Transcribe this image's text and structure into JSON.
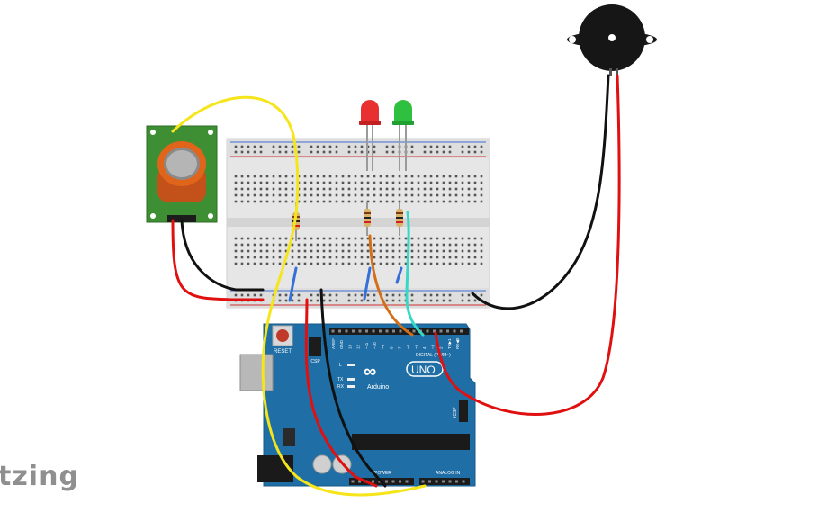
{
  "watermark": "tzing",
  "arduino": {
    "reset_label": "RESET",
    "icsp_label": "ICSP",
    "icsp2_label": "ICSP",
    "led_l": "L",
    "led_tx": "TX",
    "led_rx": "RX",
    "brand_symbol": "∞",
    "model_label": "UNO",
    "brand_label": "Arduino",
    "digital_label": "DIGITAL (PWM~)",
    "power_label": "POWER",
    "analog_label": "ANALOG IN",
    "aref_label": "AREF",
    "gnd_label": "GND",
    "pin_labels": [
      "13",
      "12",
      "~11",
      "~10",
      "~9",
      "8",
      "7",
      "~6",
      "~5",
      "4",
      "~3",
      "2",
      "TX▶1",
      "RX◀0"
    ]
  },
  "colors": {
    "board": "#1f6ea5",
    "breadboard": "#e9e9e9",
    "wire_yellow": "#f5e51a",
    "wire_red": "#e01010",
    "wire_black": "#111111",
    "wire_orange": "#d2701a",
    "wire_cyan": "#36d8c6",
    "wire_blue": "#3470d8",
    "sensor_pcb": "#3e8f34",
    "sensor_cap": "#e0641a",
    "led_red": "#e83030",
    "led_green": "#30c040"
  }
}
